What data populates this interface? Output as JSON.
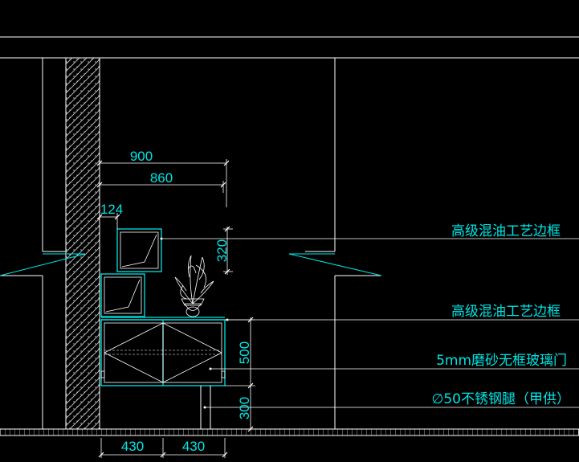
{
  "drawing": {
    "dimensions": {
      "overall_width": "900",
      "inner_width": "860",
      "wall_offset": "124",
      "shelf_height": "320",
      "cabinet_height": "500",
      "leg_height": "300",
      "bottom_left": "430",
      "bottom_right": "430"
    },
    "annotations": {
      "frame_top": "高级混油工艺边框",
      "frame_cabinet": "高级混油工艺边框",
      "glass_door": "5mm磨砂无框玻璃门",
      "steel_leg": "∅50不锈钢腿（甲供）"
    },
    "colors": {
      "background": "#000000",
      "outline": "#ffffff",
      "dimension": "#00e5e5",
      "wall_hatch": "#cfcfcf"
    }
  }
}
